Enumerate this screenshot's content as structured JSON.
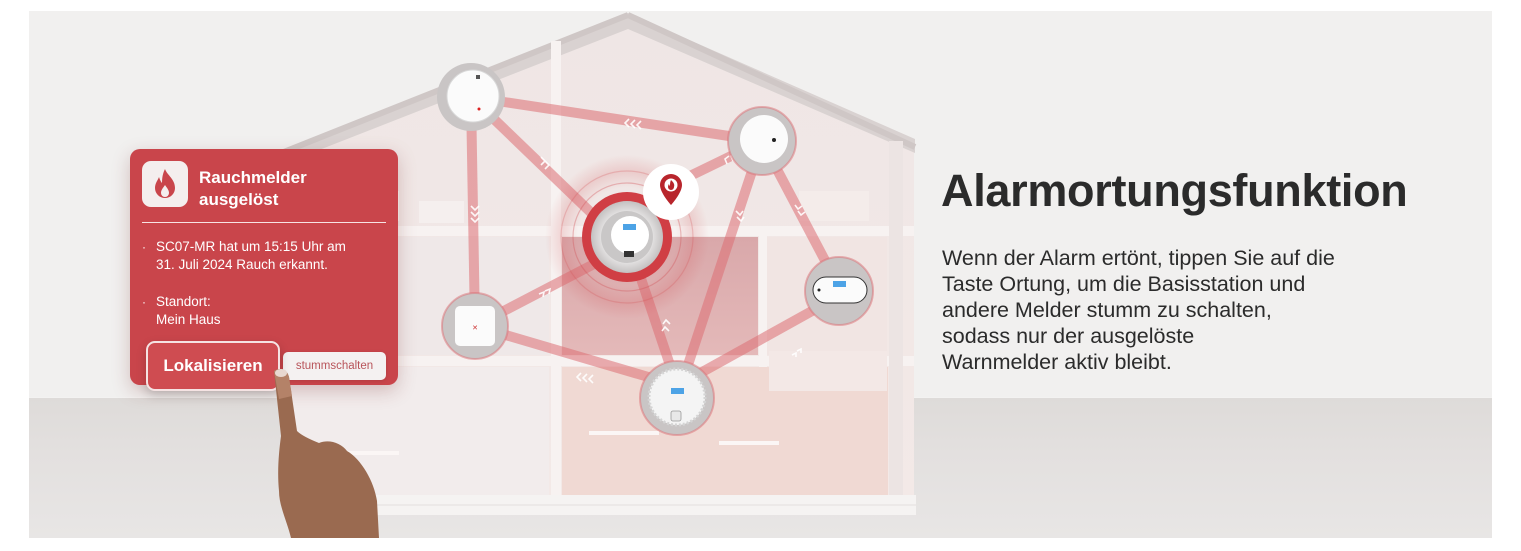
{
  "alert_card": {
    "icon": "flame-icon",
    "title_line1": "Rauchmelder",
    "title_line2": "ausgelöst",
    "items": [
      {
        "bullet": "·",
        "line1": "SC07-MR hat um 15:15 Uhr am",
        "line2": "31. Juli 2024 Rauch erkannt."
      },
      {
        "bullet": "·",
        "line1": "Standort:",
        "line2": "Mein Haus"
      }
    ],
    "locate_button": "Lokalisieren",
    "mute_button": "stummschalten"
  },
  "feature": {
    "title": "Alarmortungsfunktion",
    "description_lines": [
      "Wenn der Alarm ertönt, tippen Sie auf die",
      "Taste Ortung, um die Basisstation und",
      "andere Melder stumm zu schalten,",
      "sodass nur der ausgelöste",
      "Warnmelder aktiv bleibt."
    ]
  },
  "illustration": {
    "scene": "house-cutaway",
    "devices": [
      {
        "name": "smoke-detector-attic-left",
        "type": "smoke-detector"
      },
      {
        "name": "smoke-detector-attic-right",
        "type": "smoke-detector"
      },
      {
        "name": "triggered-detector",
        "type": "combo-detector",
        "state": "alarm"
      },
      {
        "name": "base-station",
        "type": "hub"
      },
      {
        "name": "co-detector",
        "type": "co-detector"
      },
      {
        "name": "combo-detector-ground",
        "type": "combo-detector"
      }
    ],
    "location_pin_icon": "map-pin-flame-icon",
    "colors": {
      "accent": "#c9454b",
      "link_line": "#dc7a7e",
      "pin": "#b8252c"
    }
  }
}
